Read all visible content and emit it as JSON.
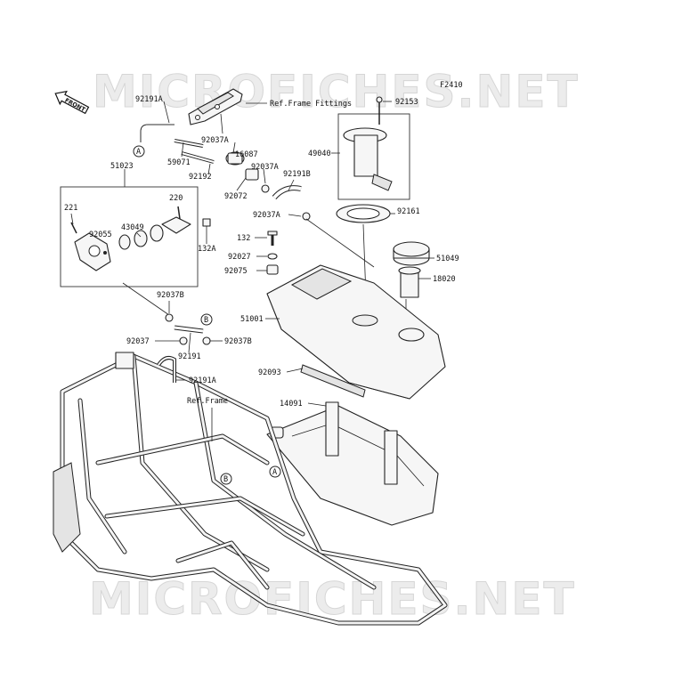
{
  "watermark": "MICROFICHES.NET",
  "figure_id": "F2410",
  "front_label": "FRONT",
  "refs": {
    "A": "A",
    "B": "B"
  },
  "labels": {
    "p92191A": "92191A",
    "p92037A_top": "92037A",
    "ref_frame_fittings": "Ref.Frame Fittings",
    "p92153": "92153",
    "p59071": "59071",
    "p16087": "16087",
    "p92037A_mid": "92037A",
    "p49040": "49040",
    "p51023": "51023",
    "p92192": "92192",
    "p92072": "92072",
    "p92191B": "92191B",
    "p221": "221",
    "p220": "220",
    "p92037A_low": "92037A",
    "p92161": "92161",
    "p92055": "92055",
    "p43049": "43049",
    "p132A": "132A",
    "p132": "132",
    "p92027": "92027",
    "p51049": "51049",
    "p92075": "92075",
    "p18020": "18020",
    "p92037B_up": "92037B",
    "p51001": "51001",
    "p92037": "92037",
    "p92037B_low": "92037B",
    "p92191": "92191",
    "p92093": "92093",
    "p92191A_low": "92191A",
    "ref_frame": "Ref.Frame",
    "p14091": "14091"
  }
}
